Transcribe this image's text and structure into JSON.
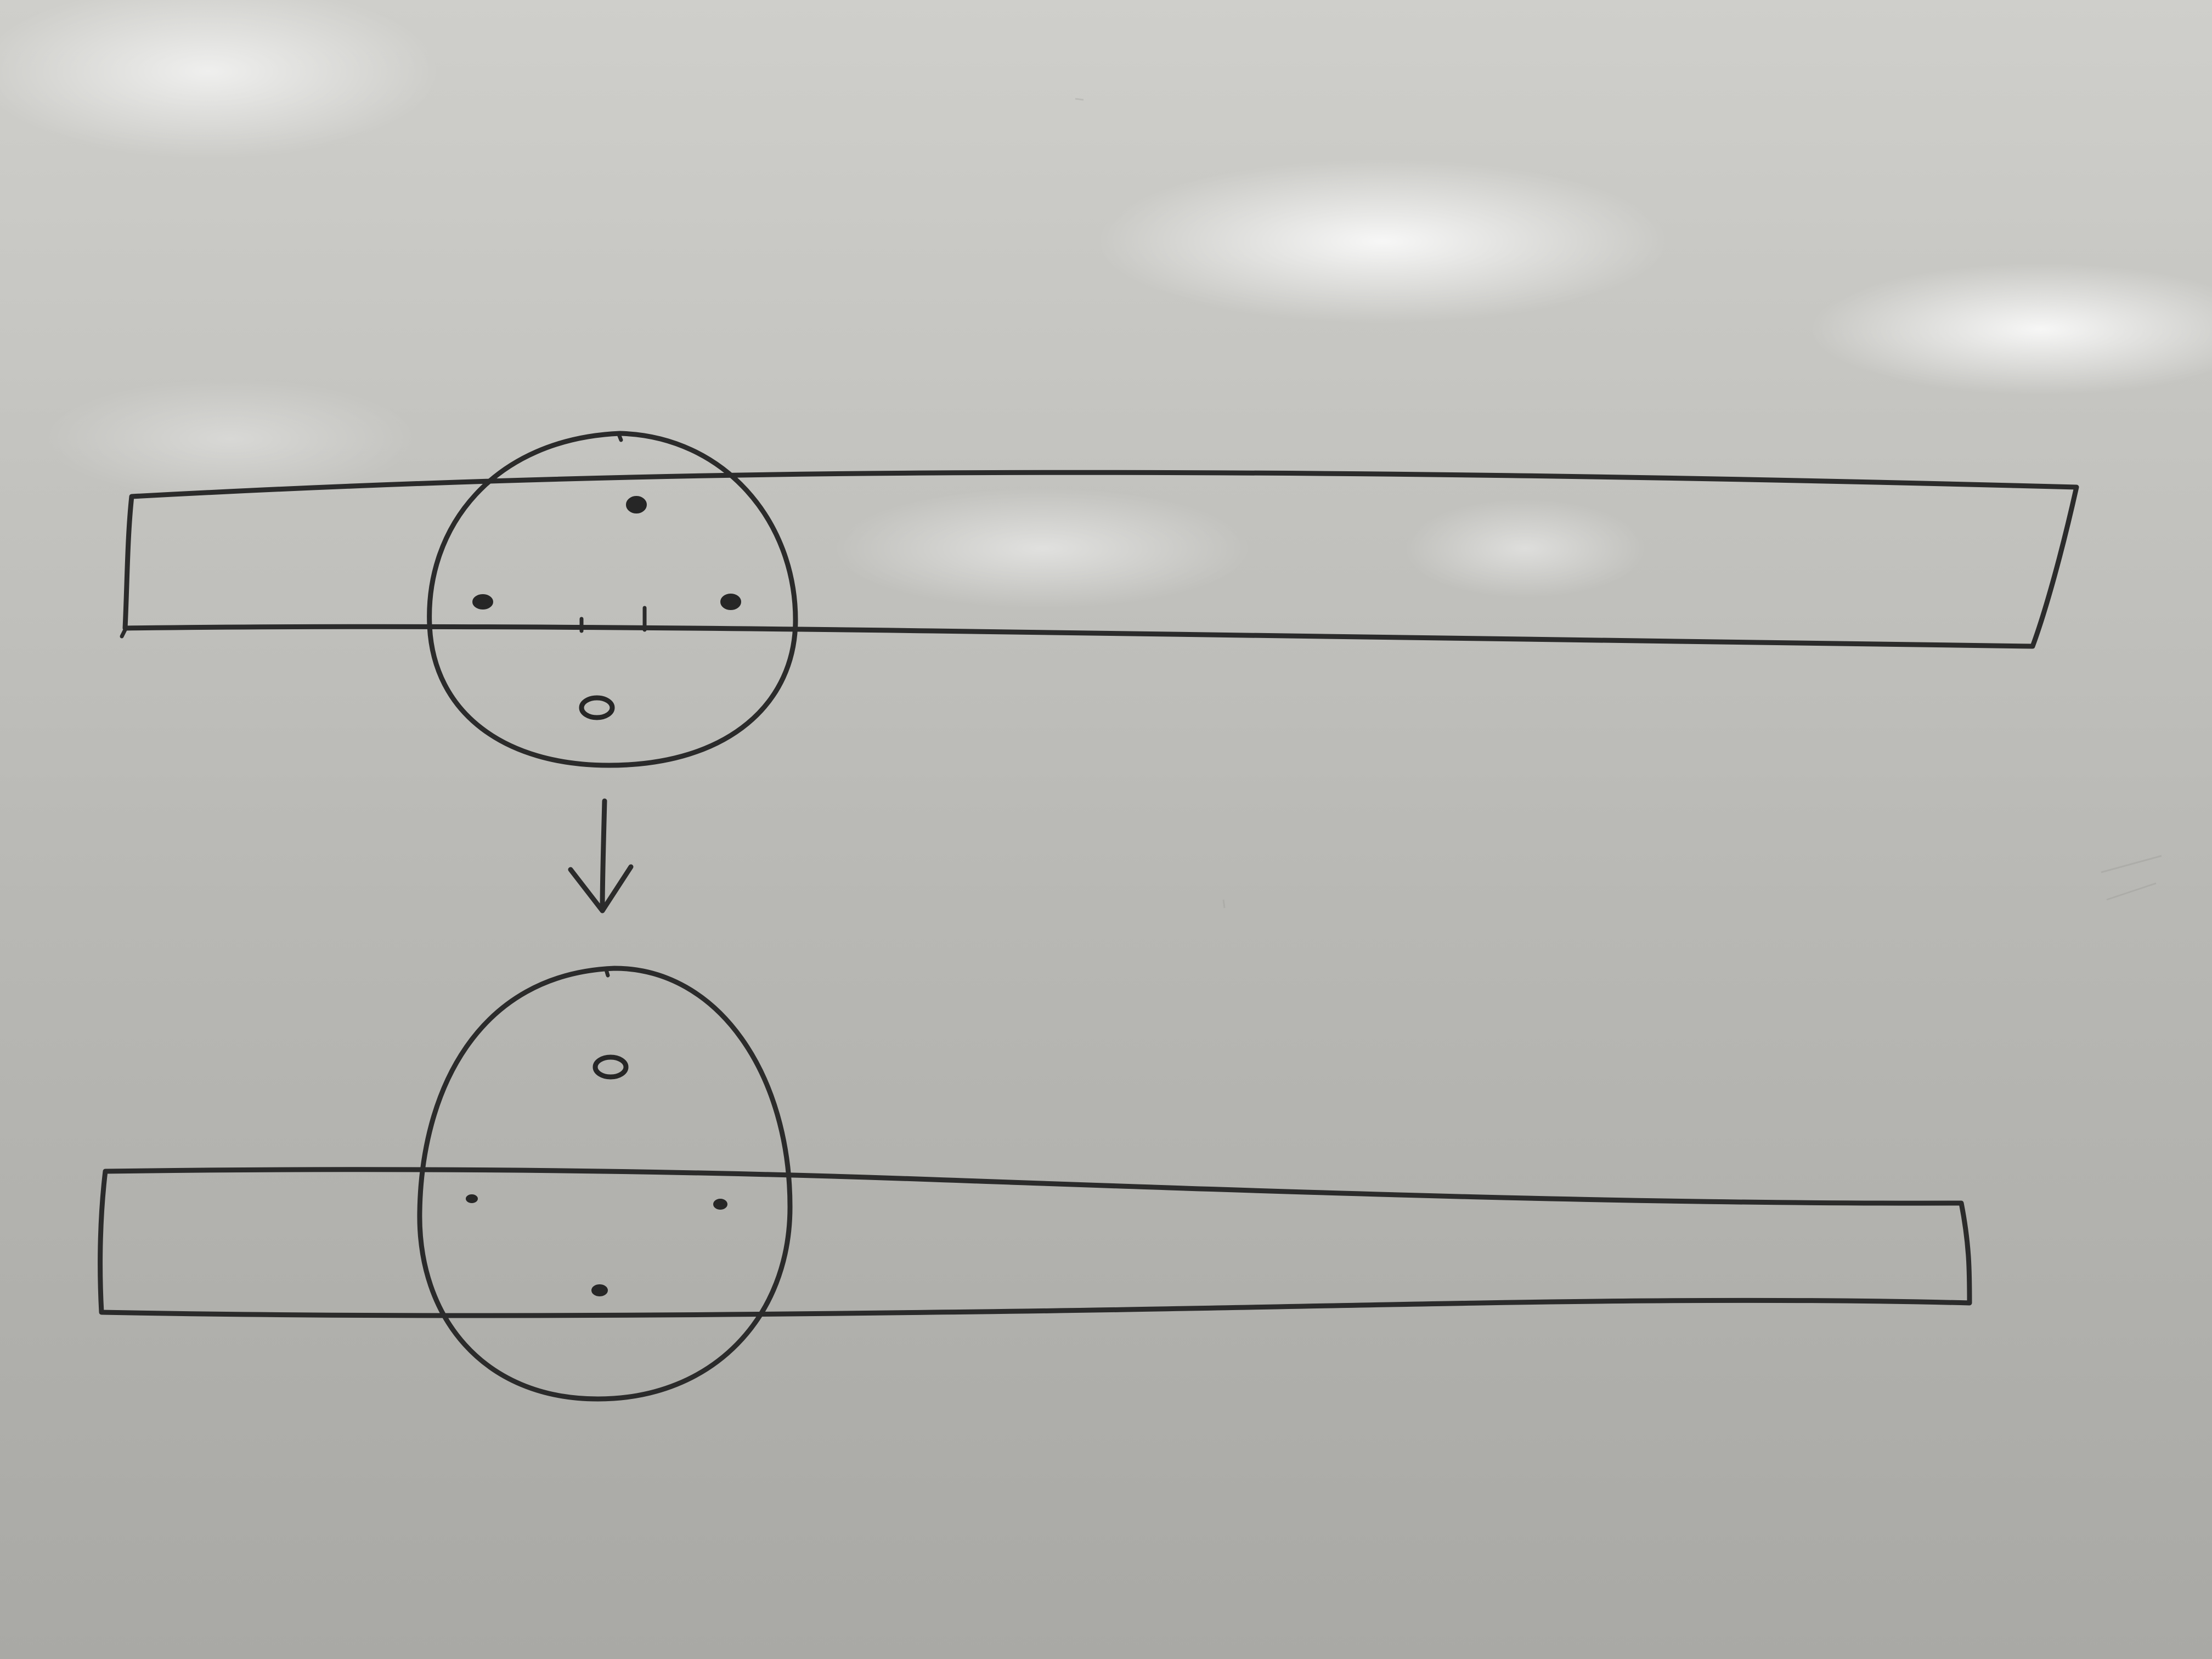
{
  "board": {
    "background_color": "#b9b9b5",
    "ink_color": "#2b2b2b"
  },
  "diagram": {
    "panels": [
      {
        "id": "before",
        "strip": {
          "shape": "long-rectangle"
        },
        "circle": {
          "shape": "circle"
        },
        "markers": [
          {
            "id": "top",
            "style": "filled-dot"
          },
          {
            "id": "left",
            "style": "filled-dot"
          },
          {
            "id": "right",
            "style": "filled-dot"
          },
          {
            "id": "bottom",
            "style": "open-circle"
          }
        ],
        "ticks": 2
      },
      {
        "id": "after",
        "strip": {
          "shape": "long-rectangle"
        },
        "circle": {
          "shape": "circle"
        },
        "markers": [
          {
            "id": "top",
            "style": "open-circle"
          },
          {
            "id": "left",
            "style": "filled-dot"
          },
          {
            "id": "right",
            "style": "filled-dot"
          },
          {
            "id": "bottom",
            "style": "filled-dot"
          }
        ],
        "ticks": 0
      }
    ],
    "arrow": {
      "direction": "down",
      "from": "before",
      "to": "after"
    }
  }
}
